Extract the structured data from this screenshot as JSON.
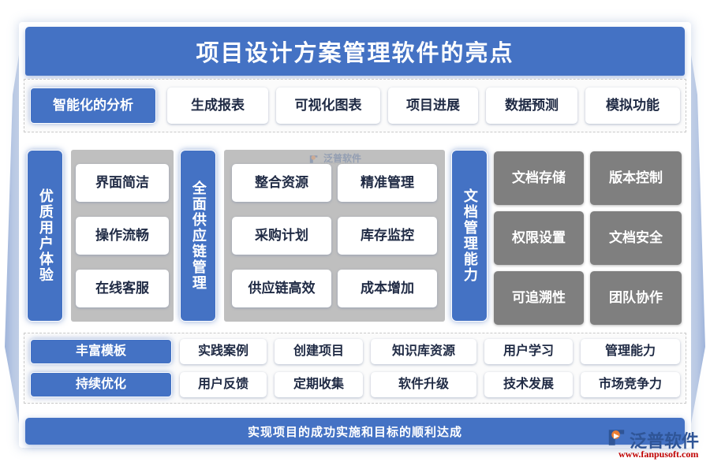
{
  "header": {
    "title": "项目设计方案管理软件的亮点"
  },
  "row1": {
    "highlight": "智能化的分析",
    "items": [
      "生成报表",
      "可视化图表",
      "项目进展",
      "数据预测",
      "模拟功能"
    ]
  },
  "middle": {
    "groups": [
      {
        "label": "优质用户体验",
        "style": "white",
        "items": [
          "界面简洁",
          "操作流畅",
          "在线客服"
        ],
        "columns": 1
      },
      {
        "label": "全面供应链管理",
        "style": "white",
        "items": [
          "整合资源",
          "精准管理",
          "采购计划",
          "库存监控",
          "供应链高效",
          "成本增加"
        ],
        "columns": 2
      },
      {
        "label": "文档管理能力",
        "style": "gray",
        "items": [
          "文档存储",
          "版本控制",
          "权限设置",
          "文档安全",
          "可追溯性",
          "团队协作"
        ],
        "columns": 2
      }
    ]
  },
  "rows_bottom": [
    {
      "highlight": "丰富模板",
      "items": [
        "实践案例",
        "创建项目",
        "知识库资源",
        "用户学习",
        "管理能力"
      ]
    },
    {
      "highlight": "持续优化",
      "items": [
        "用户反馈",
        "定期收集",
        "软件升级",
        "技术发展",
        "市场竞争力"
      ]
    }
  ],
  "footer": {
    "text": "实现项目的成功实施和目标的顺利达成"
  },
  "branding": {
    "name": "泛普软件",
    "url": "www.fanpusoft.com"
  },
  "colors": {
    "accent_blue": "#4472c4",
    "gray_box": "#7f7f7f",
    "panel_gray": "#bfbfbf",
    "wall": "#c3d0e8",
    "logo_red": "#c00000"
  }
}
